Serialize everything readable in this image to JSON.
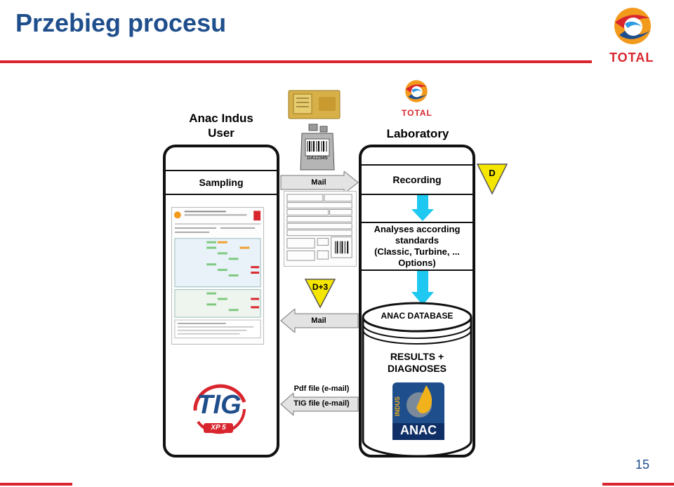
{
  "slide": {
    "title": "Przebieg procesu",
    "page_number": "15"
  },
  "brand": {
    "word": "TOTAL"
  },
  "left_column": {
    "heading_line1": "Anac Indus",
    "heading_line2": "User",
    "sampling": "Sampling",
    "tig_word": "TIG",
    "tig_badge": "XP 5"
  },
  "right_column": {
    "heading": "Laboratory",
    "recording": "Recording",
    "analyses_line1": "Analyses according",
    "analyses_line2": "standards",
    "analyses_line3": "(Classic, Turbine, ...",
    "analyses_line4": "Options)",
    "database": "ANAC DATABASE",
    "results_line1": "RESULTS +",
    "results_line2": "DIAGNOSES",
    "anac_word": "ANAC",
    "indus_word": "INDUS"
  },
  "arrows": {
    "mail_to_lab": "Mail",
    "mail_to_user": "Mail",
    "pdf_file": "Pdf file (e-mail)",
    "tig_file": "TIG file (e-mail)"
  },
  "markers": {
    "d": "D",
    "d_plus_3": "D+3"
  },
  "bottle_label": "DA12345",
  "colors": {
    "title": "#1f4e8c",
    "accent_red": "#d9262e",
    "marker_yellow": "#f5e600",
    "flow_cyan": "#1ec8f0",
    "arrow_gray": "#e3e3e3"
  }
}
